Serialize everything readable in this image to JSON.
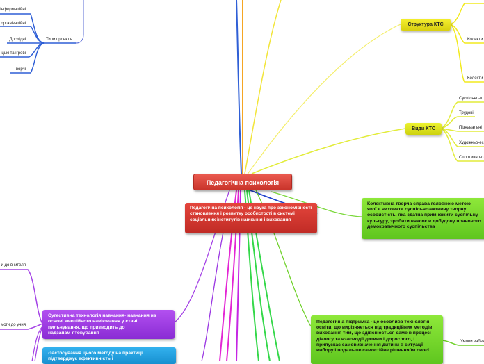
{
  "mindmap": {
    "central": "Педагогічна психологія",
    "definition": "Педагогічна психологія - це наука про закономірності становлення і розвитку особистості в системі соціальних інститутів навчання і виховання",
    "project_types": {
      "label": "Типи проектів",
      "items": [
        "Інформаційні",
        "організаційні",
        "Дослідні",
        "цькі та ігрові",
        "Творчі"
      ]
    },
    "ktc_structure": {
      "label": "Структура КТС",
      "items": [
        "",
        "Колекти",
        "Колекти"
      ]
    },
    "ktc_types": {
      "label": "Види КТС",
      "items": [
        "Суспільно-п",
        "Трудові",
        "Пізнавальні",
        "Художньо-ес",
        "Спортивно-о"
      ]
    },
    "ktc_definition": "Колективна творча справа головною метою якої є виховати суспільно-активну творчу особистість, яка здатна примножити суспільну культуру, зробити внесок в добудову правового демократичного суспільства",
    "support": {
      "text": "Педагогічна підтримка - це особлива технологія освіти, що вирізняється від традиційних методів виховання тим, що здійснюється саме в процесі діалогу та взаємодії дитини і дорослого, і припускає самовизначення дитини в ситуації вибору і подальше самостійне рішення їм своєї",
      "child": "Умови забез"
    },
    "suggestive": {
      "text": "Сугестивна технологія навчання- навчання на основі емоційного навіювання у стані пильнування, що призводить до надзапам`ятовування",
      "children": [
        "и до вчителя",
        "моги до учня"
      ]
    },
    "application": "-застосування цього методу на практиці підтверджує ефективність і"
  },
  "colors": {
    "central": "#d9392f",
    "yellow": "#f2ea1e",
    "green": "#6fd12a",
    "purple": "#9c3ae0",
    "blue": "#27a2e2"
  }
}
